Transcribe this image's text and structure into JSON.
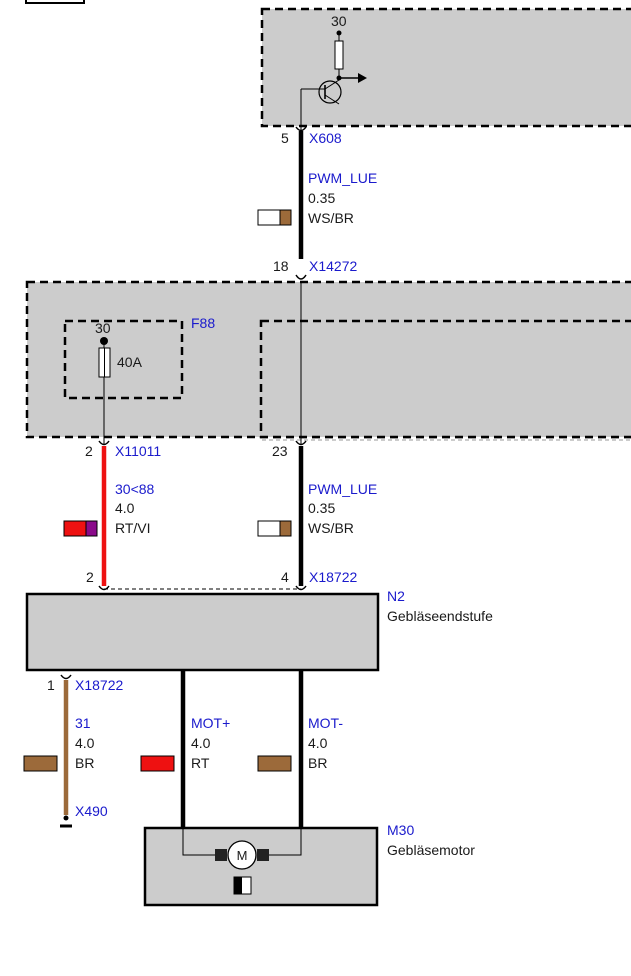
{
  "colors": {
    "box_fill": "#cccccc",
    "link_blue": "#1a1acc",
    "wire_black": "#000000",
    "wire_red": "#ee1111",
    "wire_brown": "#9c6a3a",
    "wire_violet": "#8a0a8a"
  },
  "top_module": {
    "terminal": "30",
    "pin": "5",
    "connector": "X608"
  },
  "wire_pwm_top": {
    "signal": "PWM_LUE",
    "cross_section": "0.35",
    "color_code": "WS/BR"
  },
  "middle_connector": {
    "pin": "18",
    "connector": "X14272"
  },
  "fuse_box": {
    "id": "F88",
    "terminal": "30",
    "rating": "40A"
  },
  "fuse_out": {
    "pin": "2",
    "connector": "X11011"
  },
  "pwm_out": {
    "pin": "23"
  },
  "wire_supply": {
    "signal": "30<88",
    "cross_section": "4.0",
    "color_code": "RT/VI"
  },
  "wire_pwm_bottom": {
    "signal": "PWM_LUE",
    "cross_section": "0.35",
    "color_code": "WS/BR"
  },
  "n2_pins": {
    "pin_supply": "2",
    "pin_pwm": "4",
    "connector": "X18722"
  },
  "n2_module": {
    "id": "N2",
    "name": "Gebläseendstufe"
  },
  "ground": {
    "pin": "1",
    "connector": "X18722",
    "signal": "31",
    "cross_section": "4.0",
    "color_code": "BR",
    "ground_point": "X490"
  },
  "wire_mot_plus": {
    "signal": "MOT+",
    "cross_section": "4.0",
    "color_code": "RT"
  },
  "wire_mot_minus": {
    "signal": "MOT-",
    "cross_section": "4.0",
    "color_code": "BR"
  },
  "motor": {
    "id": "M30",
    "name": "Gebläsemotor",
    "symbol": "M"
  }
}
